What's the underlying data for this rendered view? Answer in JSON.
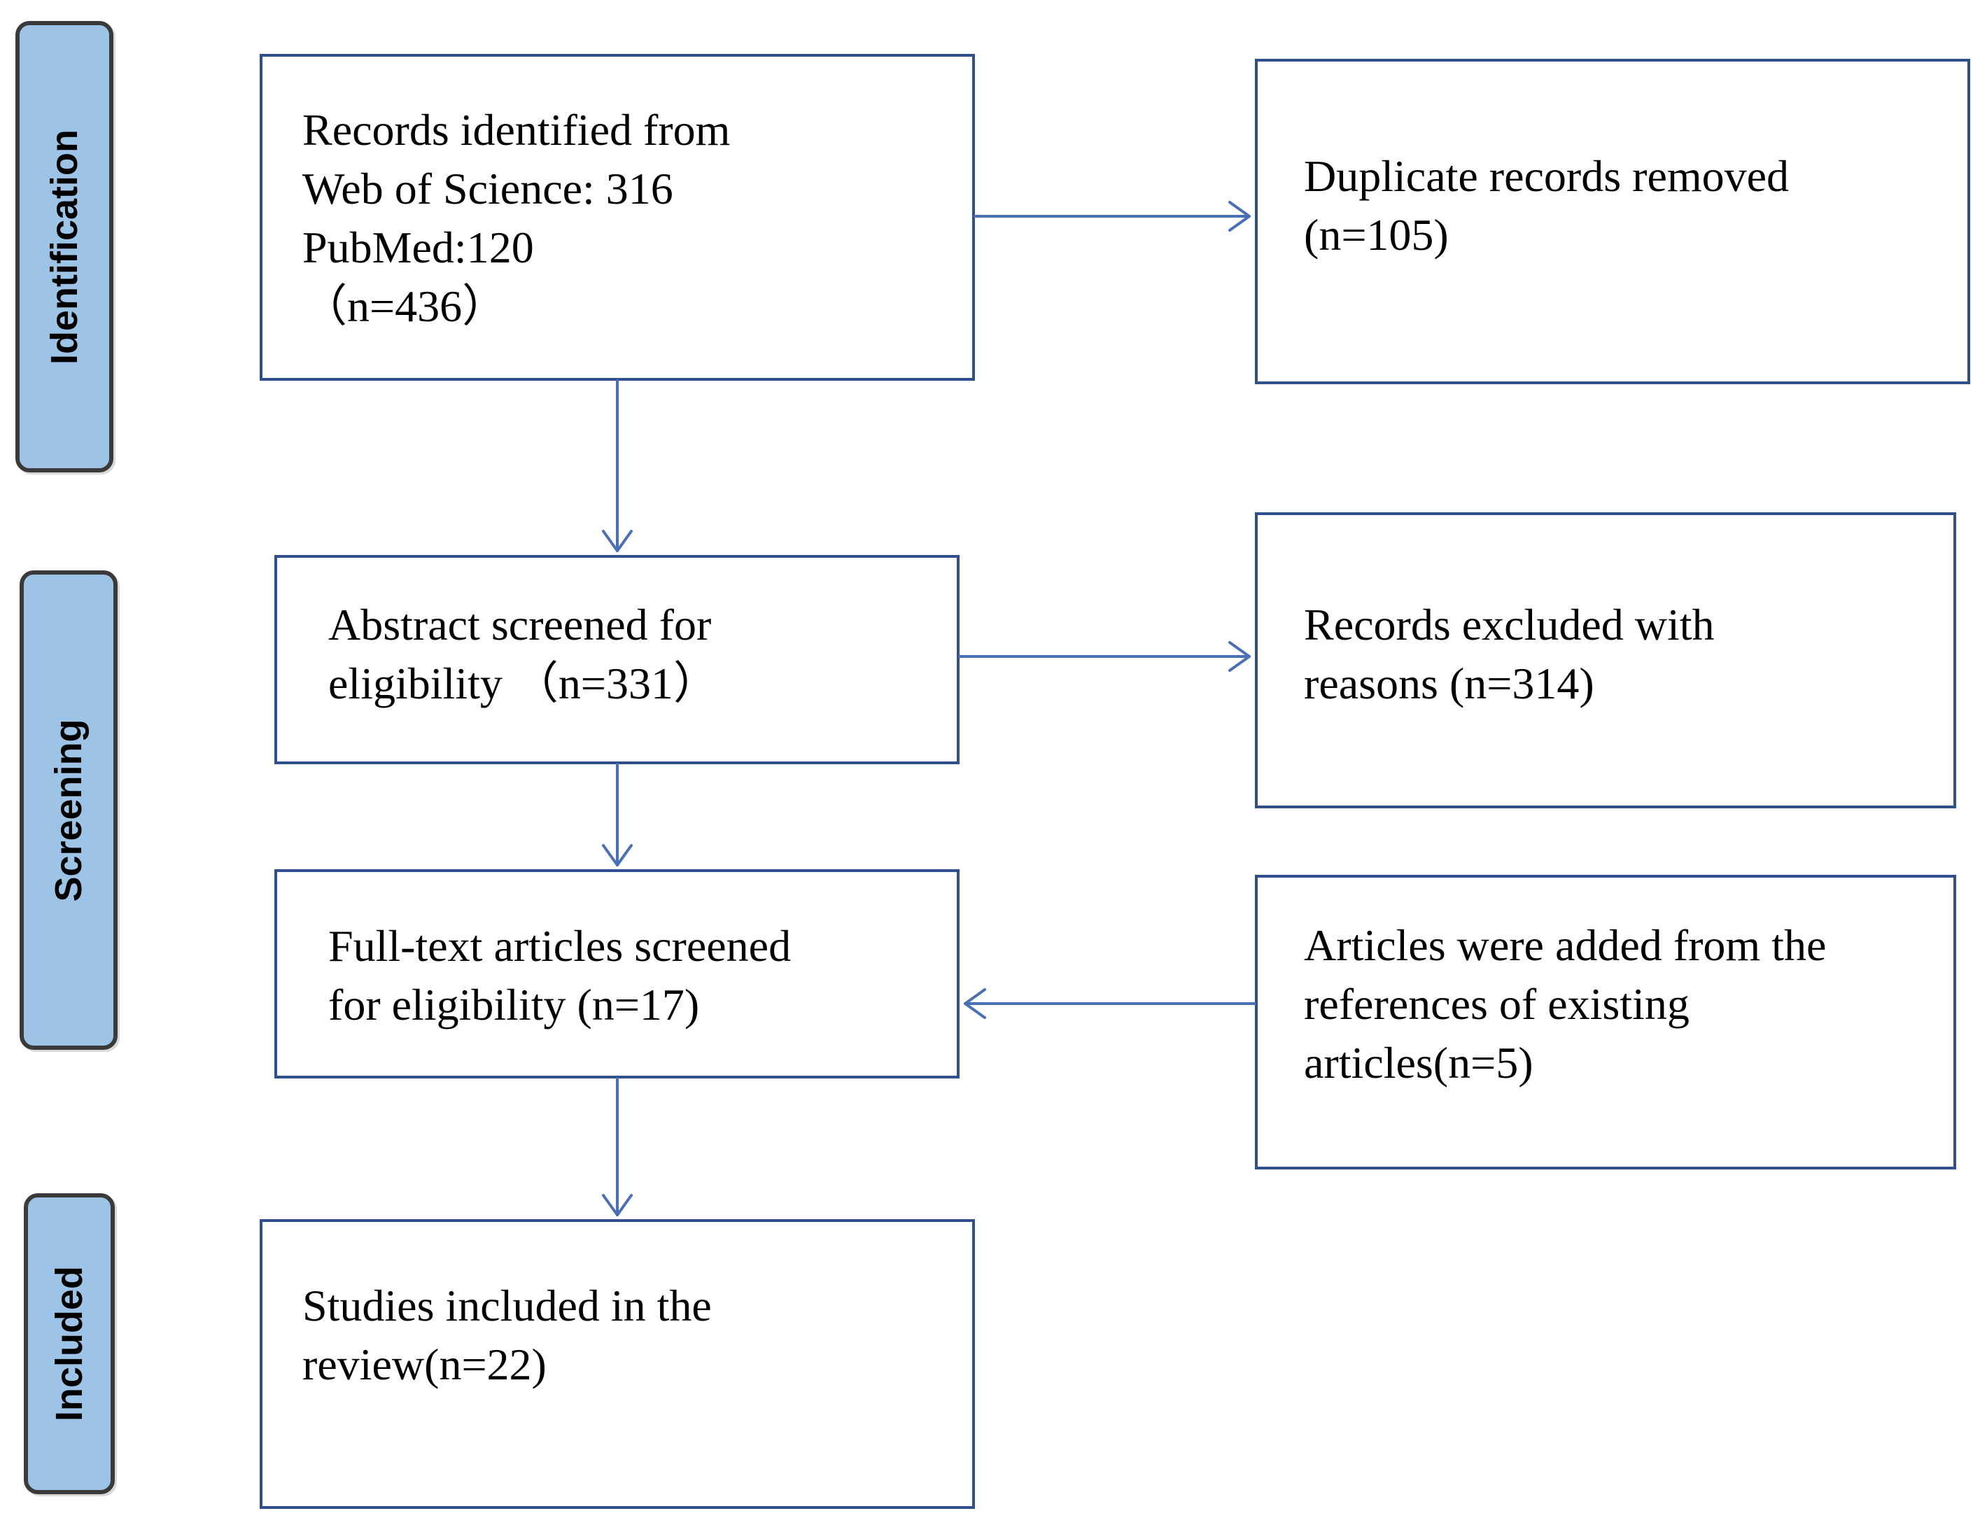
{
  "phases": {
    "identification": "Identification",
    "screening": "Screening",
    "included": "Included"
  },
  "boxes": {
    "records_identified": "Records identified from\nWeb of Science: 316\nPubMed:120\n （n=436）",
    "duplicates_removed": "Duplicate records removed\n(n=105)",
    "abstract_screened": "Abstract screened for\neligibility （n=331）",
    "records_excluded": "Records excluded with\nreasons (n=314)",
    "fulltext_screened": "Full-text articles screened\nfor eligibility (n=17)",
    "articles_added": "Articles were added from the\nreferences of  existing\narticles(n=5)",
    "studies_included": "Studies included in the\nreview(n=22)"
  },
  "colors": {
    "phase_fill": "#9dc3e6",
    "box_border": "#2f4f8f",
    "arrow": "#4a6fb5"
  }
}
